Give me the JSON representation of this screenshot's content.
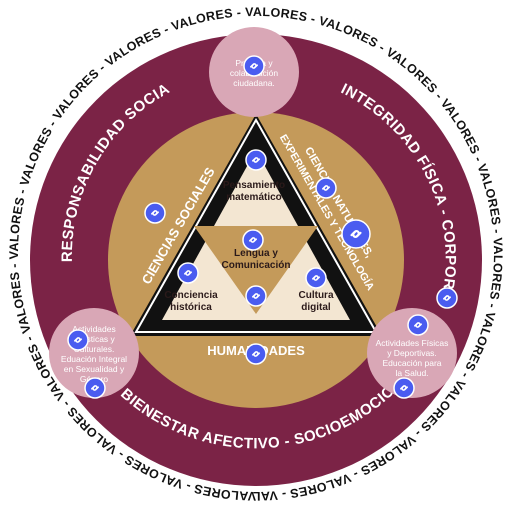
{
  "ring_word": "VALORES",
  "outer_labels": {
    "top_left": "RESPONSABILIDAD SOCIAL",
    "top_right": "INTEGRIDAD FÍSICA - CORPORAL",
    "bottom": "BIENESTAR AFECTIVO - SOCIOEMOCIONAL"
  },
  "small_circles": {
    "top": [
      "Práctica y",
      "colaboración",
      "ciudadana."
    ],
    "left": [
      "Actividades",
      "Artísticas y",
      "Culturales.",
      "Eduación Integral",
      "en Sexualidad y",
      "Género"
    ],
    "right": [
      "Actividades Físicas",
      "y Deportivas.",
      "Educación para",
      "la Salud."
    ]
  },
  "triangle_bands": {
    "left": "CIENCIAS SOCIALES",
    "right_line1": "CIENCIAS NATURALES,",
    "right_line2": "EXPERIMENTALES Y TECNOLOGÍA",
    "bottom": "HUMANIDADES"
  },
  "inner": {
    "top": [
      "Pensamiento",
      "matemático"
    ],
    "center": [
      "Lengua y",
      "Comunicación"
    ],
    "left": [
      "Conciencia",
      "histórica"
    ],
    "right": [
      "Cultura",
      "digital"
    ]
  },
  "colors": {
    "maroon": "#7b2346",
    "pink": "#d9a7b6",
    "gold": "#c49a5a",
    "black": "#111111",
    "cream": "#f3e6d2",
    "badge": "#4a5cf0"
  },
  "badge_icon": "link-icon"
}
